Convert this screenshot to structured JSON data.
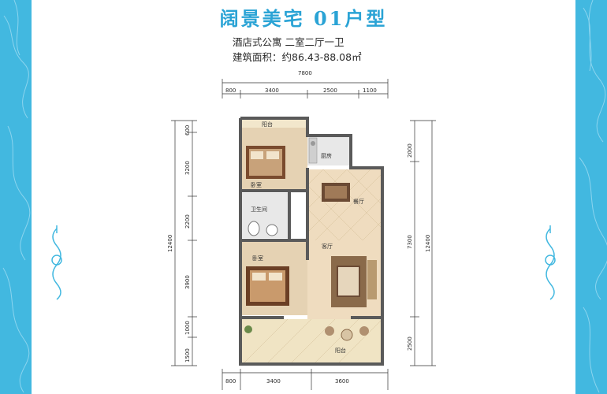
{
  "header": {
    "title": "阔景美宅 01户型",
    "line1": "酒店式公寓  二室二厅一卫",
    "line2": "建筑面积：约86.43-88.08㎡"
  },
  "dimensions": {
    "top_total": "7800",
    "top_segments": [
      "800",
      "3400",
      "2500",
      "1100"
    ],
    "bottom_segments": [
      "800",
      "3400",
      "3600"
    ],
    "left_total": "12400",
    "left_segments": [
      "600",
      "3200",
      "2200",
      "3900",
      "1000",
      "1500"
    ],
    "right_total": "12400",
    "right_segments": [
      "2000",
      "7300",
      "2500"
    ]
  },
  "rooms": {
    "balcony_top": "阳台",
    "kitchen": "厨房",
    "bedroom_top": "卧室",
    "bathroom": "卫生间",
    "dining": "餐厅",
    "bedroom_bottom": "卧室",
    "living": "客厅",
    "balcony_bottom": "阳台"
  },
  "colors": {
    "accent": "#2aa3d5",
    "border": "#42b8e0"
  }
}
